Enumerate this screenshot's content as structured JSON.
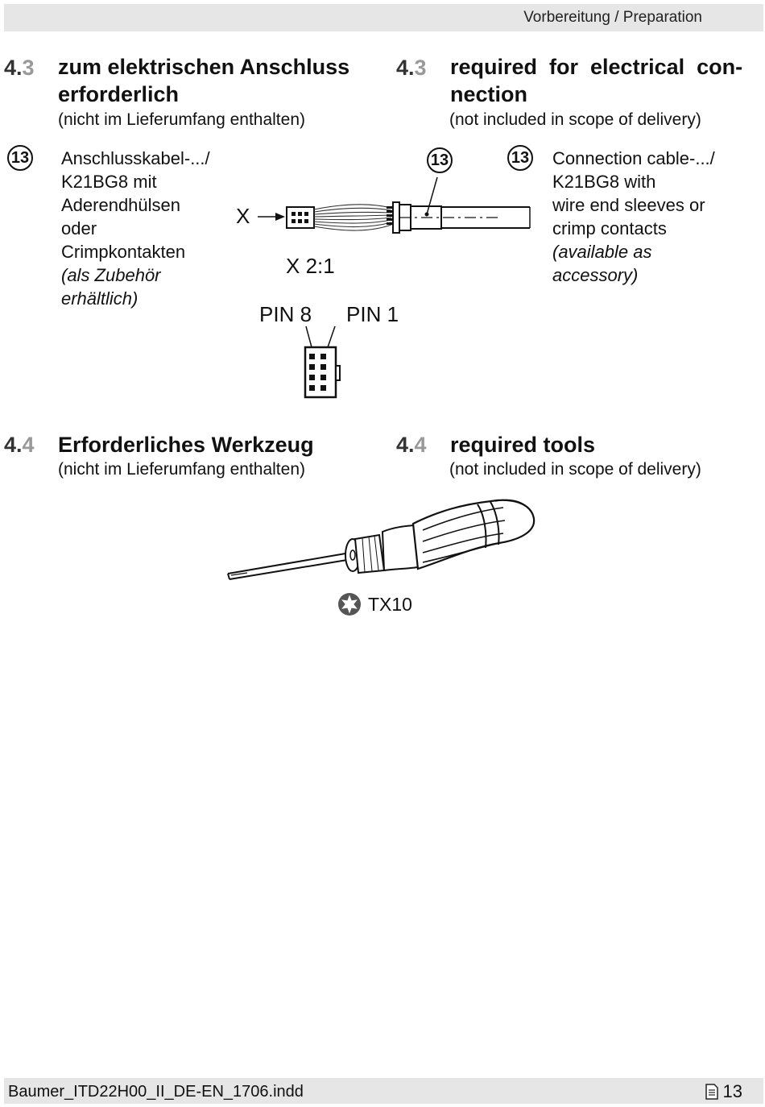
{
  "header": {
    "text": "Vorbereitung / Preparation"
  },
  "section_43": {
    "number_major": "4.",
    "number_minor": "3",
    "de": {
      "title_line1": "zum elektrischen Anschluss",
      "title_line2": "erforderlich",
      "subtitle": "(nicht im Lieferumfang enthalten)"
    },
    "en": {
      "title_line1": "required  for  electrical  con-",
      "title_line2": "nection",
      "subtitle": "(not included in scope of delivery)"
    },
    "item_badge": "13",
    "de_item_lines": [
      "Anschlusskabel-.../",
      "K21BG8 mit",
      "Aderendhülsen",
      "oder",
      "Crimpkontakten"
    ],
    "de_item_italic": [
      "(als Zubehör",
      "erhältlich)"
    ],
    "en_item_lines": [
      "Connection cable-.../",
      "K21BG8 with",
      "wire end sleeves or",
      "crimp contacts"
    ],
    "en_item_italic": [
      "(available as",
      "accessory)"
    ]
  },
  "figure_cable": {
    "x_label": "X",
    "detail_label": "X  2:1",
    "pin8_label": "PIN 8",
    "pin1_label": "PIN 1",
    "callout": "13"
  },
  "section_44": {
    "number_major": "4.",
    "number_minor": "4",
    "de": {
      "title": "Erforderliches Werkzeug",
      "subtitle": "(nicht im Lieferumfang enthalten)"
    },
    "en": {
      "title": "required tools",
      "subtitle": "(not included in scope of delivery)"
    }
  },
  "figure_tool": {
    "label": "TX10",
    "icon": "torx-icon"
  },
  "footer": {
    "filename": "Baumer_ITD22H00_II_DE-EN_1706.indd",
    "page_number": "13",
    "icon": "page-icon"
  }
}
